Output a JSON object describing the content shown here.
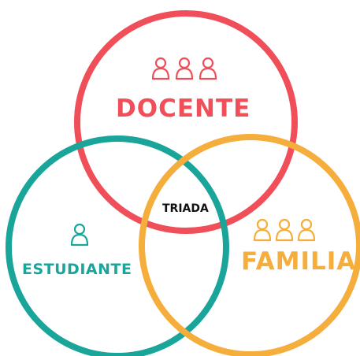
{
  "colors": {
    "docente": "#f04e59",
    "estudiante": "#1aa59b",
    "familia": "#f5ad3b",
    "triada": "#111111",
    "background": "#ffffff"
  },
  "circles": [
    {
      "key": "docente",
      "label": "DOCENTE",
      "icon": "group-people-icon",
      "icon_count": 3
    },
    {
      "key": "estudiante",
      "label": "ESTUDIANTE",
      "icon": "person-icon",
      "icon_count": 1
    },
    {
      "key": "familia",
      "label": "FAMILIA",
      "icon": "group-people-icon",
      "icon_count": 3
    }
  ],
  "center_label": "TRIADA"
}
